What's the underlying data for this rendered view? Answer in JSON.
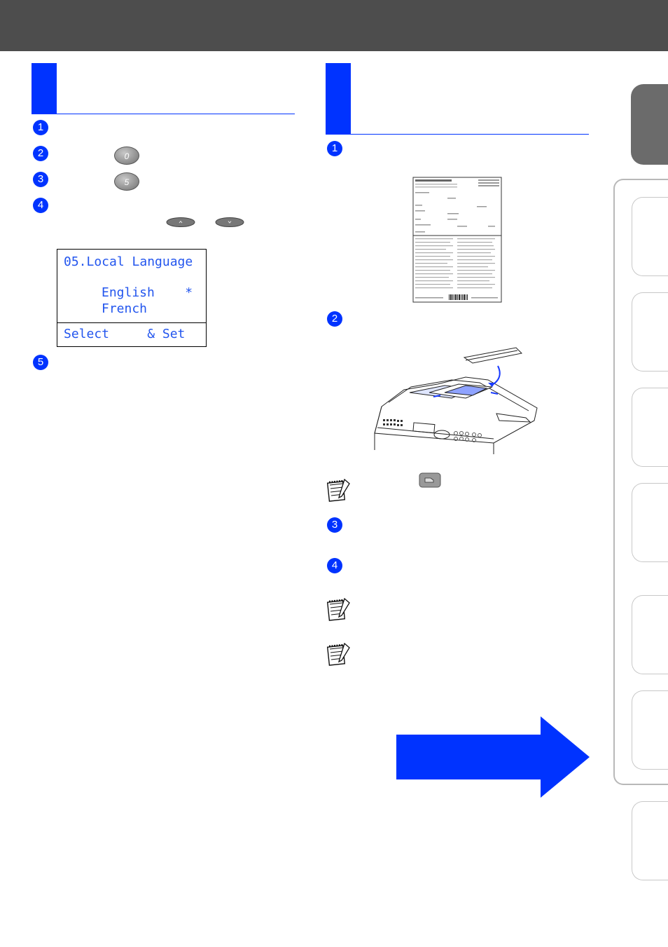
{
  "steps": {
    "one": "1",
    "two": "2",
    "three": "3",
    "four": "4",
    "five": "5"
  },
  "keys": {
    "zero": "0",
    "five": "5"
  },
  "lcd": {
    "line1": "05.Local Language",
    "line2": "English    *",
    "line3": "French",
    "line4": "Select     & Set"
  },
  "icons": {
    "note": "note-pad-pencil-icon",
    "nav_up": "arrow-up-key-icon",
    "nav_down": "arrow-down-key-icon",
    "fax": "fax-start-key-icon"
  },
  "colors": {
    "accent": "#0033ff",
    "header": "#4d4d4d",
    "lcd_text": "#2255ee"
  }
}
